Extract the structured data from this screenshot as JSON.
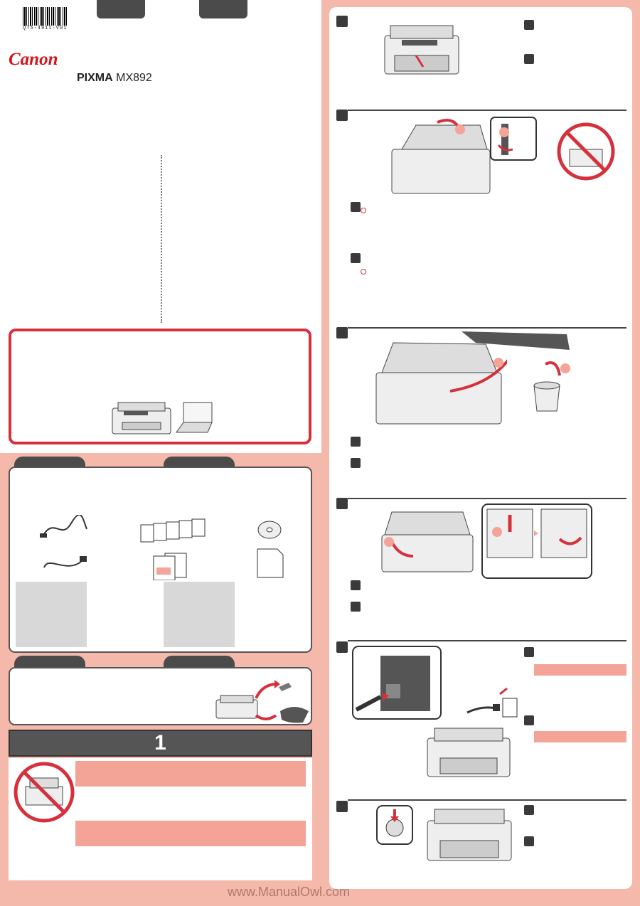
{
  "header": {
    "barcode_text": "QT5-4911-V01",
    "brand": "Canon",
    "model_prefix": "PIXMA",
    "model_name": "MX892"
  },
  "step_banner": {
    "number": "1"
  },
  "footer": {
    "watermark": "www.ManualOwl.com"
  },
  "colors": {
    "brand_red": "#d7121b",
    "accent_pink": "#f4a496",
    "dark_gray": "#4b4b4b"
  },
  "icons": [
    "printer-icon",
    "laptop-icon",
    "cable-icon",
    "ink-cartridges-icon",
    "cd-icon",
    "manual-icon",
    "power-button-icon",
    "trash-can-icon",
    "no-entry-icon"
  ]
}
